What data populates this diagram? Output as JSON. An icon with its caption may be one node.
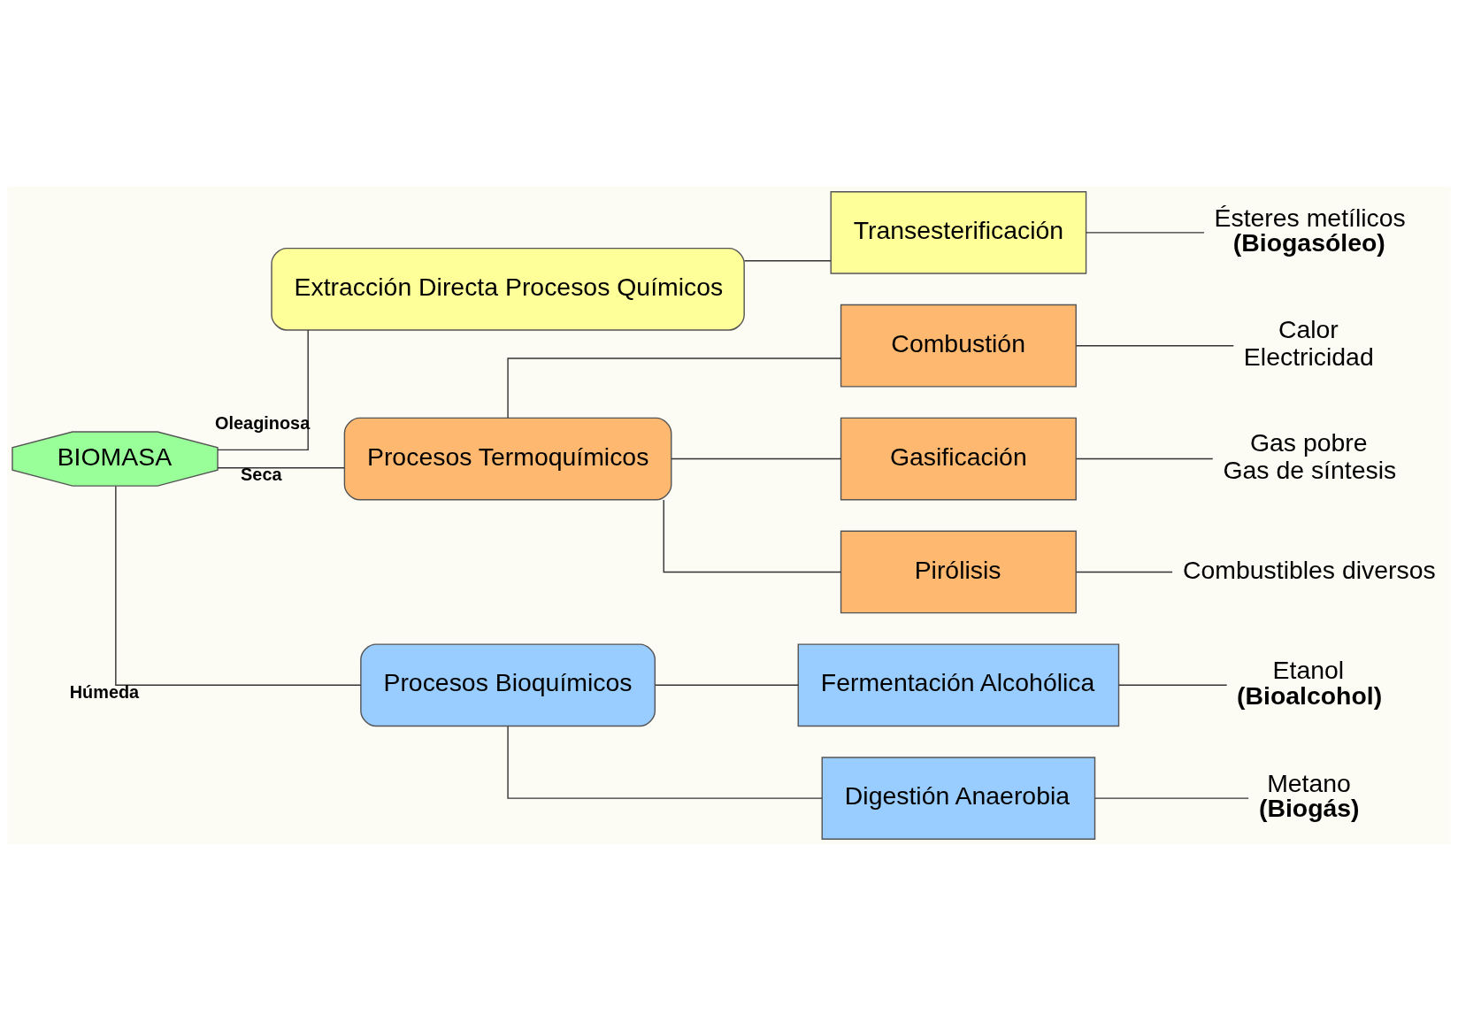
{
  "diagram": {
    "nodes": [
      {
        "text": [
          "BIOMASA"
        ]
      },
      {
        "text": [
          "Extracción Directa Procesos Químicos"
        ]
      },
      {
        "text": [
          "Procesos Termoquímicos"
        ]
      },
      {
        "text": [
          "Procesos Bioquímicos"
        ]
      },
      {
        "text": [
          "Transesterificación"
        ]
      },
      {
        "text": [
          "Combustión"
        ]
      },
      {
        "text": [
          "Gasificación"
        ]
      },
      {
        "text": [
          "Pirólisis"
        ]
      },
      {
        "text": [
          "Fermentación Alcohólica"
        ]
      },
      {
        "text": [
          "Digestión Anaerobia"
        ]
      },
      {
        "text": [
          "Ésteres metílicos",
          "(Biogasóleo)"
        ]
      },
      {
        "text": [
          "Calor",
          "Electricidad"
        ]
      },
      {
        "text": [
          "Gas pobre",
          "Gas de síntesis"
        ]
      },
      {
        "text": [
          "Combustibles diversos"
        ]
      },
      {
        "text": [
          "Etanol",
          "(Bioalcohol)"
        ]
      },
      {
        "text": [
          "Metano",
          "(Biogás)"
        ]
      }
    ],
    "edges": [
      {
        "from": 0,
        "to": 1,
        "arrow": "none",
        "label": "Oleaginosa"
      },
      {
        "from": 0,
        "to": 2,
        "arrow": "none",
        "label": "Seca"
      },
      {
        "from": 0,
        "to": 3,
        "arrow": "none",
        "label": "Húmeda"
      },
      {
        "from": 1,
        "to": 4,
        "arrow": "none"
      },
      {
        "from": 2,
        "to": 5,
        "arrow": "none"
      },
      {
        "from": 2,
        "to": 6,
        "arrow": "none"
      },
      {
        "from": 2,
        "to": 7,
        "arrow": "none"
      },
      {
        "from": 3,
        "to": 8,
        "arrow": "none"
      },
      {
        "from": 3,
        "to": 9,
        "arrow": "none"
      },
      {
        "from": 4,
        "to": 10,
        "arrow": "none"
      },
      {
        "from": 5,
        "to": 11,
        "arrow": "none"
      },
      {
        "from": 6,
        "to": 12,
        "arrow": "none"
      },
      {
        "from": 7,
        "to": 13,
        "arrow": "none"
      },
      {
        "from": 8,
        "to": 14,
        "arrow": "none"
      },
      {
        "from": 9,
        "to": 15,
        "arrow": "none"
      }
    ]
  }
}
